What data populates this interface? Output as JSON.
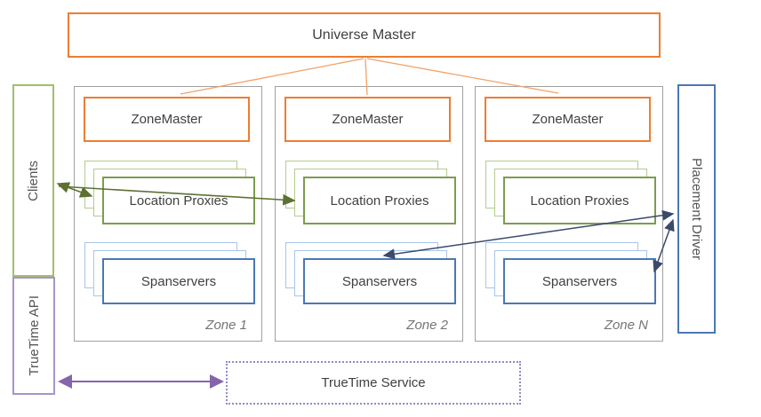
{
  "universe_master": {
    "label": "Universe Master"
  },
  "zones": [
    {
      "zonemaster_label": "ZoneMaster",
      "proxies_label": "Location Proxies",
      "spanservers_label": "Spanservers",
      "zone_label": "Zone 1"
    },
    {
      "zonemaster_label": "ZoneMaster",
      "proxies_label": "Location Proxies",
      "spanservers_label": "Spanservers",
      "zone_label": "Zone 2"
    },
    {
      "zonemaster_label": "ZoneMaster",
      "proxies_label": "Location Proxies",
      "spanservers_label": "Spanservers",
      "zone_label": "Zone N"
    }
  ],
  "left_panel": {
    "clients_label": "Clients",
    "truetime_api_label": "TrueTime API"
  },
  "right_panel": {
    "placement_driver_label": "Placement Driver"
  },
  "truetime_service": {
    "label": "TrueTime Service"
  },
  "colors": {
    "orange_border": "#ed7d31",
    "orange_connector": "#f2a266",
    "green_front_border": "#7c9c4f",
    "green_back_border": "#b3cc8e",
    "clients_border": "#a2bf6e",
    "blue_front_border": "#4a78b4",
    "blue_back_border": "#a9c6e8",
    "purple_border": "#a894c9",
    "purple_arrow": "#8464aa",
    "gray_container_border": "#a1a1a1",
    "green_arrow": "#5d7133",
    "navy_arrow": "#3a4a6b",
    "text": "#404040",
    "zone_label_text": "#757575"
  }
}
